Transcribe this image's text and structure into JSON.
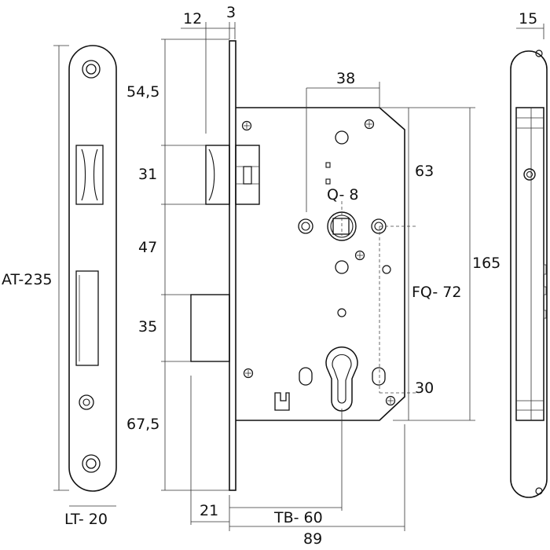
{
  "drawing": {
    "line_color": "#111111",
    "background": "#ffffff",
    "labels": {
      "top_12": "12",
      "top_3": "3",
      "top_15": "15",
      "dim_38": "38",
      "dim_54_5": "54,5",
      "dim_31": "31",
      "dim_47": "47",
      "dim_35": "35",
      "dim_67_5": "67,5",
      "dim_63": "63",
      "dim_30": "30",
      "dim_165": "165",
      "q8": "Q- 8",
      "fq72": "FQ- 72",
      "at235": "AT-235",
      "lt20": "LT- 20",
      "dim_21": "21",
      "tb60": "TB- 60",
      "dim_89": "89"
    }
  }
}
